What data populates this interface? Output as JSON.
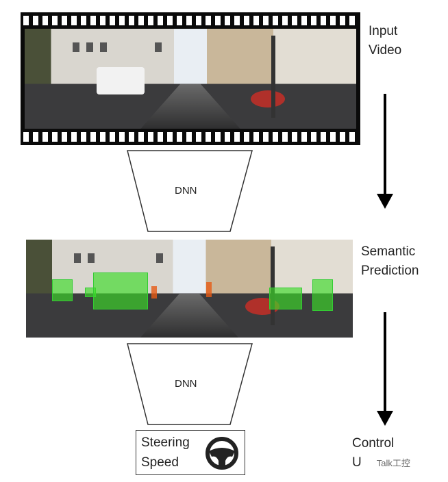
{
  "labels": {
    "input": [
      "Input",
      "Video"
    ],
    "semantic": [
      "Semantic",
      "Prediction"
    ],
    "control": [
      "Control",
      "U"
    ],
    "dnn1": "DNN",
    "dnn2": "DNN"
  },
  "output_box": {
    "line1": "Steering",
    "line2": "Speed",
    "icon": "steering-wheel-icon"
  },
  "watermark": "Talk工控"
}
